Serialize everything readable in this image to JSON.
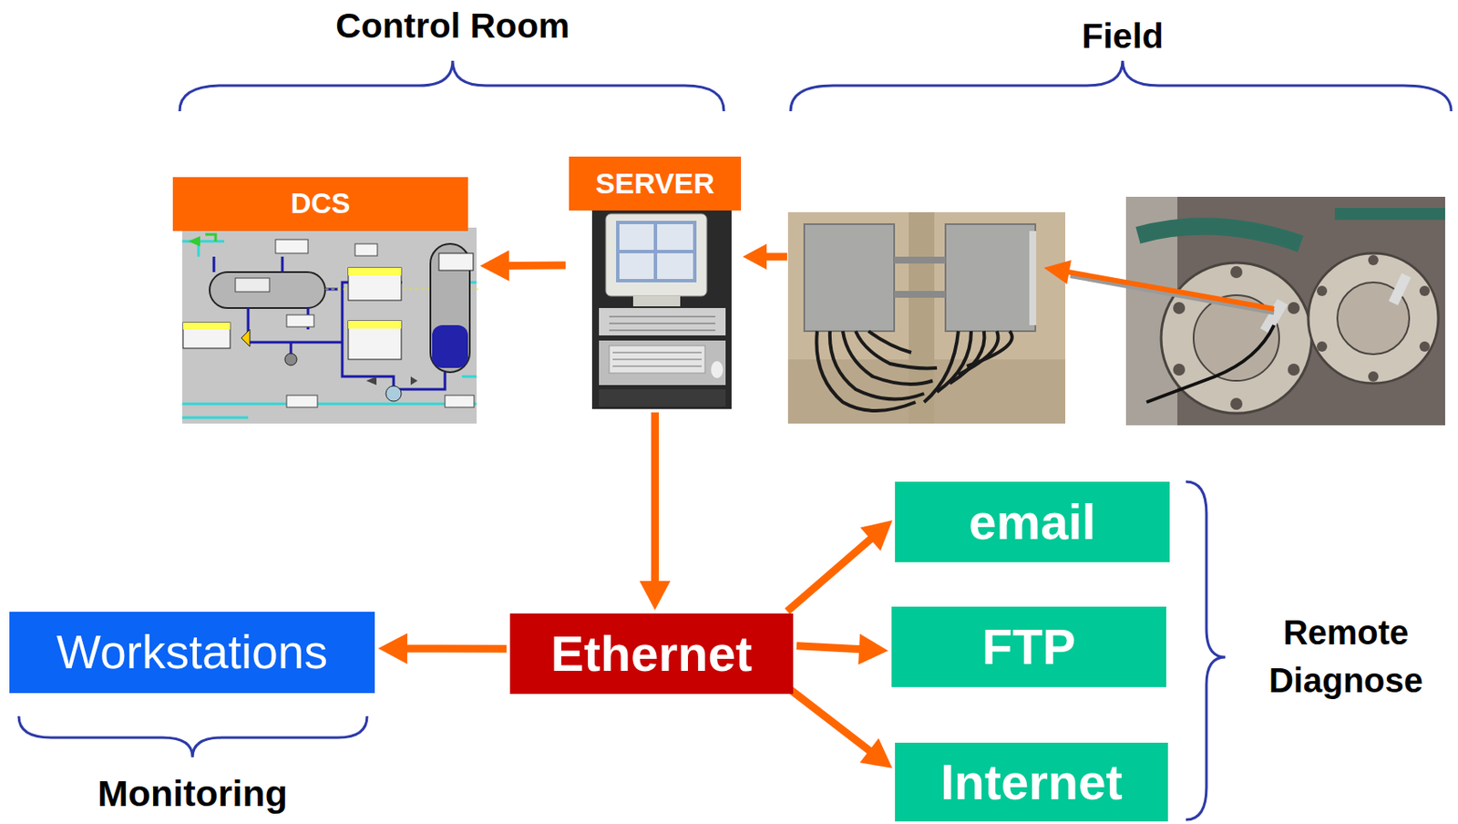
{
  "diagram": {
    "nodes": [
      {
        "text": [
          "DCS"
        ]
      },
      {
        "text": [
          "SERVER"
        ]
      },
      {
        "text": [
          "email"
        ]
      },
      {
        "text": [
          "Workstations"
        ]
      },
      {
        "text": [
          "Ethernet"
        ]
      },
      {
        "text": [
          "FTP"
        ]
      },
      {
        "text": [
          "Internet"
        ]
      }
    ],
    "edges": [
      {
        "from": 1,
        "to": 0,
        "arrow": "to"
      },
      {
        "from": 1,
        "to": 4,
        "arrow": "to"
      },
      {
        "from": 4,
        "to": 3,
        "arrow": "to"
      },
      {
        "from": 4,
        "to": 2,
        "arrow": "to"
      },
      {
        "from": 4,
        "to": 5,
        "arrow": "to"
      },
      {
        "from": 4,
        "to": 6,
        "arrow": "to"
      }
    ],
    "labels": [
      "Control Room",
      "Field",
      "Remote Diagnose",
      "Monitoring"
    ]
  }
}
